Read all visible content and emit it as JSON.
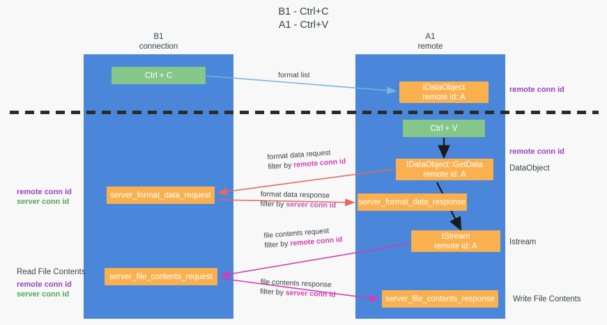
{
  "title": {
    "line1": "B1 - Ctrl+C",
    "line2": "A1 - Ctrl+V"
  },
  "lanes": [
    {
      "id": "b1",
      "name": "B1",
      "sub": "connection",
      "color": "#4a86d9"
    },
    {
      "id": "a1",
      "name": "A1",
      "sub": "remote",
      "color": "#4a86d9"
    }
  ],
  "colors": {
    "lane": "#4a86d9",
    "green_box": "#85c68a",
    "orange_box": "#fbb04f",
    "remote_conn_id": "#9b3fc4",
    "server_conn_id": "#4fa85a",
    "arrow_blue": "#76b3e0",
    "arrow_red": "#e8685f",
    "arrow_magenta": "#cf3fb5",
    "arrow_black": "#1a1a1a",
    "divider": "#2b2b2b",
    "background": "#f8f8f8"
  },
  "boxes": {
    "ctrl_c": "Ctrl + C",
    "idataobject": "IDataObject\nremote id: A",
    "idataobject_line1": "IDataObject",
    "idataobject_line2": "remote id: A",
    "ctrl_v": "Ctrl + V",
    "getdata_line1": "IDataObject::GetData",
    "getdata_line2": "remote id: A",
    "server_format_data_request": "server_format_data_request",
    "server_format_data_response": "server_format_data_response",
    "istream_line1": "IStream",
    "istream_line2": "remote id: A",
    "server_file_contents_request": "server_file_contents_request",
    "server_file_contents_response": "server_file_contents_response"
  },
  "side_labels": {
    "dataobject": "DataObject",
    "istream": "Istream",
    "write_file_contents": "Write File Contents",
    "read_file_contents": "Read File Contents"
  },
  "conn_labels": {
    "remote_conn_id": "remote conn id",
    "server_conn_id": "server conn id"
  },
  "flows": {
    "format_list": "format list",
    "format_data_request": "format data request",
    "format_data_request_filter_prefix": "filter by ",
    "format_data_request_filter_value": "remote conn id",
    "format_data_response": "format data response",
    "format_data_response_filter_prefix": "filter by ",
    "format_data_response_filter_value": "server conn id",
    "file_contents_request": "file contents request",
    "file_contents_request_filter_prefix": "filter by ",
    "file_contents_request_filter_value": "remote conn id",
    "file_contents_response": "file contents response",
    "file_contents_response_filter_prefix": "filter by ",
    "file_contents_response_filter_value": "server conn id"
  }
}
